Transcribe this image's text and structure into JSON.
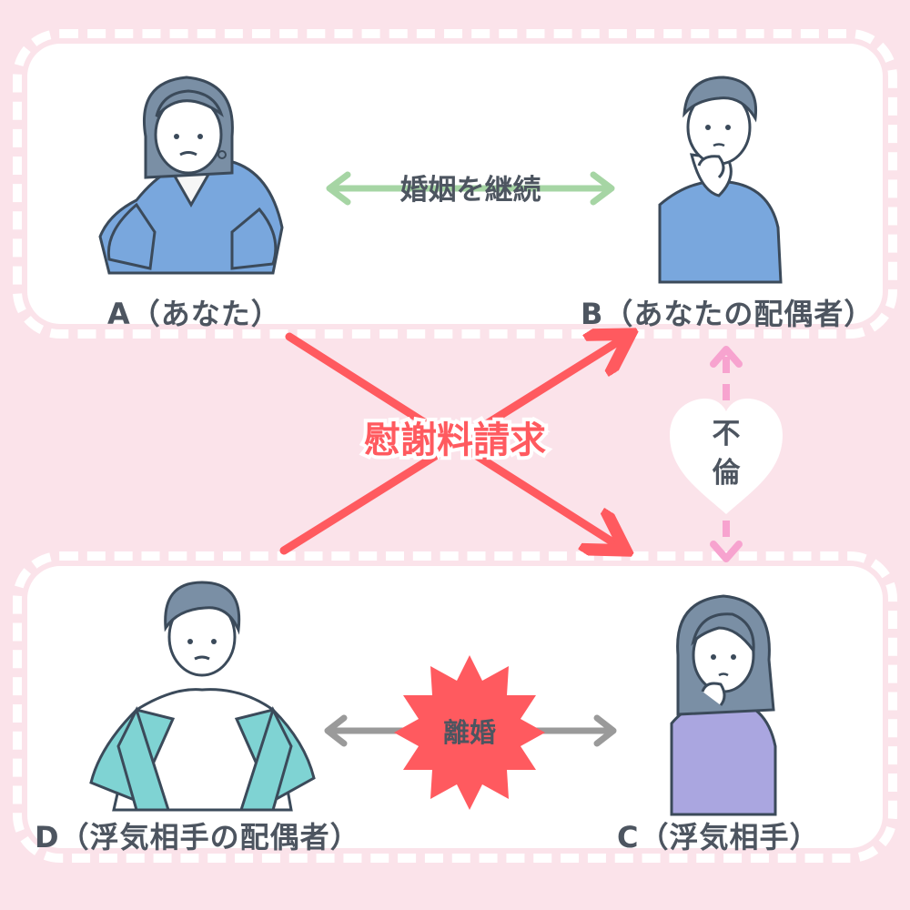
{
  "persons": {
    "a": {
      "label": "A（あなた）"
    },
    "b": {
      "label": "B（あなたの配偶者）"
    },
    "c": {
      "label": "C（浮気相手）"
    },
    "d": {
      "label": "D（浮気相手の配偶者）"
    }
  },
  "relations": {
    "marriage": "婚姻を継続",
    "affair_line1": "不",
    "affair_line2": "倫",
    "divorce": "離婚",
    "claim": "慰謝料請求"
  },
  "colors": {
    "background": "#fbe3ea",
    "claim_red": "#ff5a5f",
    "marriage_green": "#a6d5a4",
    "affair_pink": "#f7a3cf",
    "divorce_gray": "#9a9a9a"
  }
}
